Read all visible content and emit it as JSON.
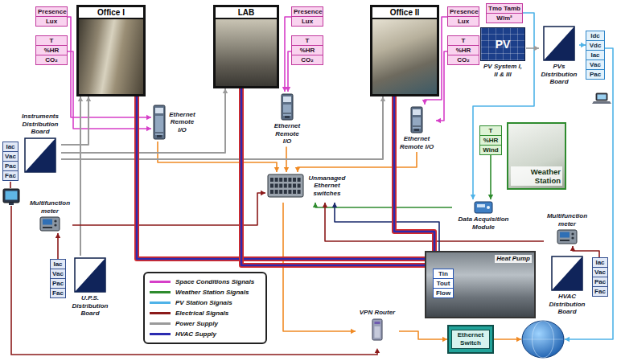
{
  "diagram": {
    "nodes": [
      {
        "text": [
          "Office I"
        ]
      },
      {
        "text": [
          "LAB"
        ]
      },
      {
        "text": [
          "Office II"
        ]
      },
      {
        "text": [
          "Presence",
          "Lux"
        ]
      },
      {
        "text": [
          "T",
          "%HR",
          "CO₂"
        ]
      },
      {
        "text": [
          "Presence",
          "Lux"
        ]
      },
      {
        "text": [
          "T",
          "%HR",
          "CO₂"
        ]
      },
      {
        "text": [
          "Presence",
          "Lux"
        ]
      },
      {
        "text": [
          "T",
          "%HR",
          "CO₂"
        ]
      },
      {
        "text": [
          "Ethernet Remote I/O"
        ]
      },
      {
        "text": [
          "Ethernet Remote I/O"
        ]
      },
      {
        "text": [
          "Ethernet Remote I/O"
        ]
      },
      {
        "text": [
          "Tmo Tamb",
          "W/m²"
        ]
      },
      {
        "text": [
          "PV",
          "PV System I, II & III"
        ]
      },
      {
        "text": [
          "PVs Distribution Board"
        ]
      },
      {
        "text": [
          "Idc",
          "Vdc",
          "Iac",
          "Vac",
          "Pac"
        ]
      },
      {
        "text": [
          "Instruments Distribution Board"
        ]
      },
      {
        "text": [
          "Iac",
          "Vac",
          "Pac",
          "Fac"
        ]
      },
      {
        "text": [
          "Multifunction meter"
        ]
      },
      {
        "text": [
          "U.P.S. Distribution Board"
        ]
      },
      {
        "text": [
          "Iac",
          "Vac",
          "Pac",
          "Fac"
        ]
      },
      {
        "text": [
          "Unmanaged Ethernet switches"
        ]
      },
      {
        "text": [
          "T",
          "%HR",
          "Wind"
        ]
      },
      {
        "text": [
          "Weather Station"
        ]
      },
      {
        "text": [
          "Data Acquisition Module"
        ]
      },
      {
        "text": [
          "Multifunction meter"
        ]
      },
      {
        "text": [
          "Iac",
          "Vac",
          "Pac",
          "Fac"
        ]
      },
      {
        "text": [
          "HVAC Distribution Board"
        ]
      },
      {
        "text": [
          "Heat Pump"
        ]
      },
      {
        "text": [
          "Tin",
          "Tout",
          "Flow"
        ],
        "in": 28
      },
      {
        "text": [
          "VPN Router"
        ]
      },
      {
        "text": [
          "Ethernet Switch"
        ]
      },
      {
        "text": [
          "http://www"
        ]
      }
    ],
    "edges": [
      {
        "from": 3,
        "to": 9,
        "arrow": "to"
      },
      {
        "from": 4,
        "to": 9,
        "arrow": "to"
      },
      {
        "from": 5,
        "to": 10,
        "arrow": "to"
      },
      {
        "from": 6,
        "to": 10,
        "arrow": "to"
      },
      {
        "from": 7,
        "to": 11,
        "arrow": "to"
      },
      {
        "from": 8,
        "to": 11,
        "arrow": "to"
      },
      {
        "from": 9,
        "to": 21,
        "arrow": "to"
      },
      {
        "from": 10,
        "to": 21,
        "arrow": "to"
      },
      {
        "from": 11,
        "to": 21,
        "arrow": "to"
      },
      {
        "from": 21,
        "to": 30,
        "arrow": "to"
      },
      {
        "from": 30,
        "to": 31,
        "arrow": "to"
      },
      {
        "from": 31,
        "to": 32,
        "arrow": "to"
      },
      {
        "from": 22,
        "to": 24,
        "arrow": "to"
      },
      {
        "from": 24,
        "to": 21,
        "arrow": "to"
      },
      {
        "from": 12,
        "to": 24,
        "arrow": "to"
      },
      {
        "from": 13,
        "to": 14,
        "arrow": "to"
      },
      {
        "from": 14,
        "to": 15,
        "arrow": "to"
      },
      {
        "from": 15,
        "to": 32,
        "arrow": "to"
      },
      {
        "from": 16,
        "to": 0,
        "arrow": "to"
      },
      {
        "from": 16,
        "to": 1,
        "arrow": "to"
      },
      {
        "from": 16,
        "to": 2,
        "arrow": "to"
      },
      {
        "from": 19,
        "to": 0,
        "arrow": "to"
      },
      {
        "from": 20,
        "to": 18,
        "arrow": "to"
      },
      {
        "from": 18,
        "to": 21,
        "arrow": "to"
      },
      {
        "from": 26,
        "to": 25,
        "arrow": "to"
      },
      {
        "from": 25,
        "to": 21,
        "arrow": "to"
      },
      {
        "from": 29,
        "to": 21,
        "arrow": "to"
      },
      {
        "from": 28,
        "to": 0,
        "arrow": "none"
      },
      {
        "from": 28,
        "to": 1,
        "arrow": "none"
      },
      {
        "from": 28,
        "to": 2,
        "arrow": "none"
      }
    ],
    "legend": [
      {
        "text": "Space Conditions Signals",
        "color": "#d63fc8"
      },
      {
        "text": "Weather Station Signals",
        "color": "#2e8b2e"
      },
      {
        "text": "PV Station Signals",
        "color": "#4fb3e8"
      },
      {
        "text": "Electrical Signals",
        "color": "#8b1a1a"
      },
      {
        "text": "Power Supply",
        "color": "#9a9a9a"
      },
      {
        "text": "HVAC Supply",
        "color": "#2b2bb0"
      }
    ]
  }
}
